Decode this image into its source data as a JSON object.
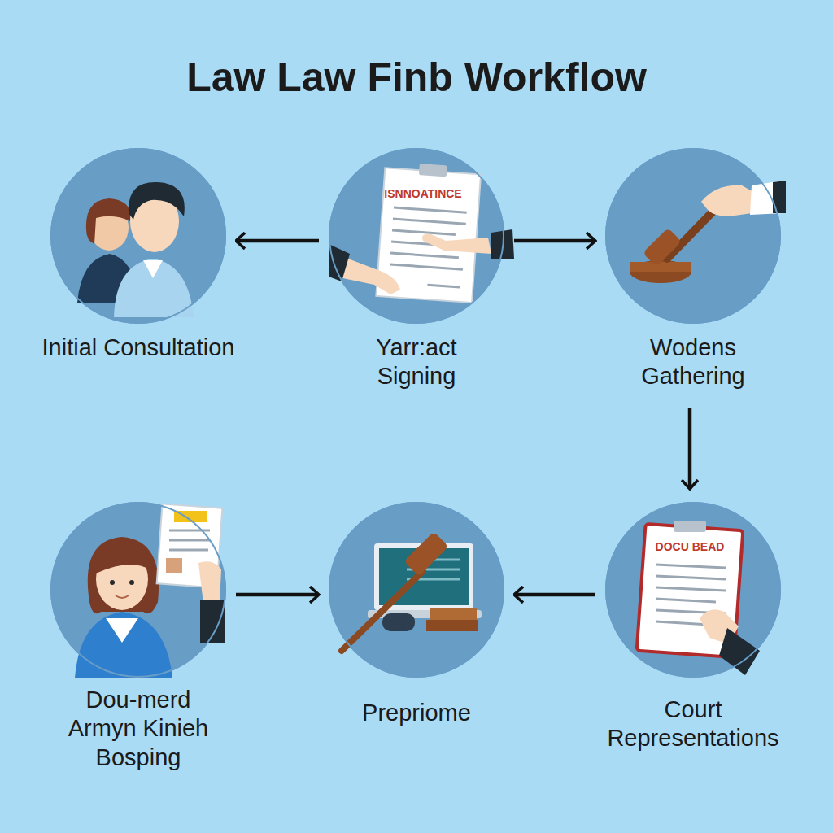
{
  "diagram": {
    "title": "Law Law Finb Workflow",
    "nodes": [
      {
        "text": [
          "Initial Consultation"
        ]
      },
      {
        "text": [
          "Yarr:act Signing"
        ]
      },
      {
        "text": [
          "Wodens Gathering"
        ]
      },
      {
        "text": [
          "Dou-merd Armyn Kinieh Bosping"
        ]
      },
      {
        "text": [
          "Prepriome"
        ]
      },
      {
        "text": [
          "Court Representations"
        ]
      }
    ],
    "edges": [
      {
        "from": 1,
        "to": 0,
        "arrow": "to"
      },
      {
        "from": 1,
        "to": 2,
        "arrow": "to"
      },
      {
        "from": 2,
        "to": 5,
        "arrow": "to"
      },
      {
        "from": 3,
        "to": 4,
        "arrow": "to"
      },
      {
        "from": 5,
        "to": 4,
        "arrow": "to"
      }
    ],
    "labels": [
      "ISNNOATINCE",
      "DOCU BEAD"
    ]
  }
}
